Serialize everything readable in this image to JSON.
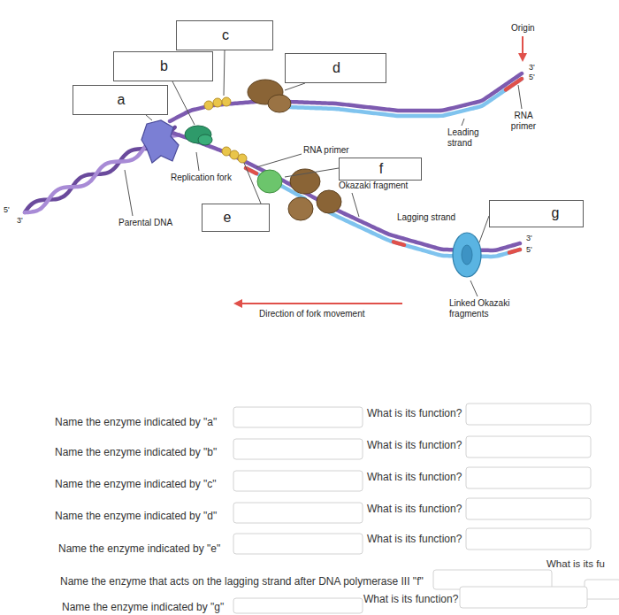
{
  "diagram": {
    "nodes": [
      {
        "text": [
          "c"
        ]
      },
      {
        "text": [
          "b"
        ]
      },
      {
        "text": [
          "d"
        ]
      },
      {
        "text": [
          "a"
        ]
      },
      {
        "text": [
          "f"
        ]
      },
      {
        "text": [
          "e"
        ]
      },
      {
        "text": [
          "g"
        ]
      }
    ],
    "labels": [
      "Origin",
      "3'",
      "5'",
      "RNA primer",
      "Leading strand",
      "RNA primer",
      "Okazaki fragment",
      "Replication fork",
      "5'",
      "3'",
      "Parental DNA",
      "Lagging strand",
      "3'",
      "5'",
      "Direction of fork movement",
      "Linked Okazaki fragments",
      "Name the enzyme indicated by \"a\"",
      "What is its function?",
      "Name the enzyme indicated by \"b\"",
      "What is its function?",
      "Name the enzyme indicated by \"c\"",
      "What is its function?",
      "Name the enzyme indicated by \"d\"",
      "What is its function?",
      "Name the enzyme indicated by \"e\"",
      "What is its function?",
      "Name the enzyme that acts on the lagging strand after DNA polymerase III \"f\"",
      "What is its fu",
      "Name the enzyme indicated by \"g\"",
      "What is its function?"
    ]
  }
}
